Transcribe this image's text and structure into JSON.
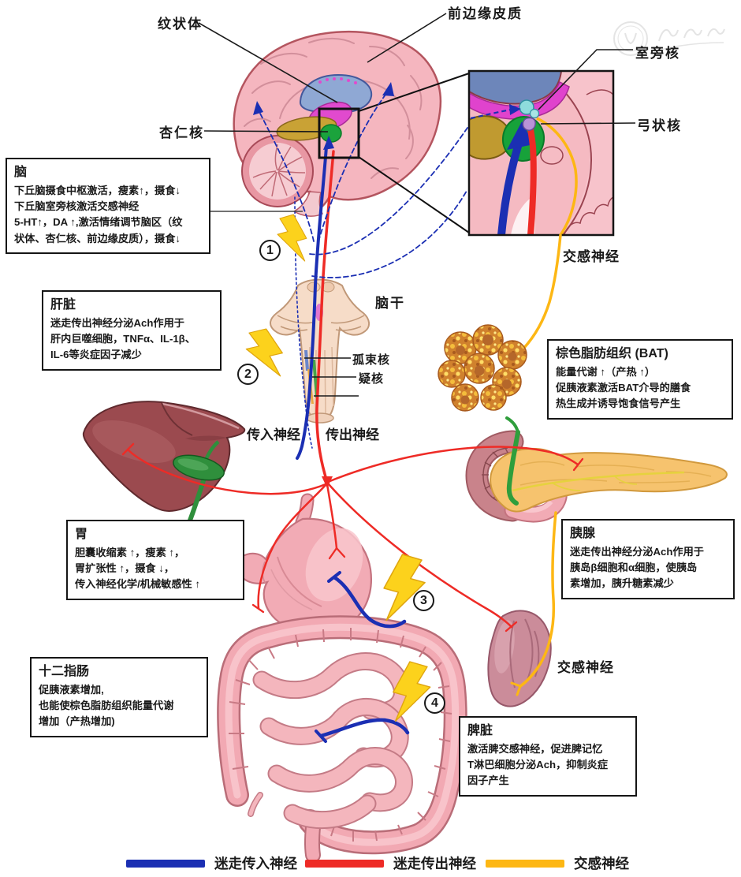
{
  "figure_title": "",
  "labels": {
    "striatum": "纹状体",
    "prelimbic_cortex": "前边缘皮质",
    "amygdala": "杏仁核",
    "paraventricular_nucleus": "室旁核",
    "arcuate_nucleus": "弓状核",
    "sympathetic_nerve_top": "交感神经",
    "brainstem": "脑干",
    "nucleus_tractus_solitarius": "孤束核",
    "nucleus_ambiguus": "疑核",
    "afferent_nerve": "传入神经",
    "efferent_nerve": "传出神经",
    "sympathetic_nerve_spleen": "交感神经"
  },
  "steps": [
    "1",
    "2",
    "3",
    "4"
  ],
  "boxes": {
    "brain": {
      "title": "脑",
      "lines": [
        "下丘脑摄食中枢激活，瘦素↑，摄食↓",
        "下丘脑室旁核激活交感神经",
        "5-HT↑，DA ↑,激活情绪调节脑区（纹",
        "状体、杏仁核、前边缘皮质），摄食↓"
      ]
    },
    "liver": {
      "title": "肝脏",
      "lines": [
        "迷走传出神经分泌Ach作用于",
        "肝内巨噬细胞，TNFα、IL-1β、",
        "IL-6等炎症因子减少"
      ]
    },
    "bat": {
      "title": "棕色脂肪组织 (BAT)",
      "lines": [
        "能量代谢 ↑（产热 ↑）",
        "促胰液素激活BAT介导的膳食",
        "热生成并诱导饱食信号产生"
      ]
    },
    "stomach": {
      "title": "胃",
      "lines": [
        "胆囊收缩素 ↑，瘦素 ↑，",
        "胃扩张性 ↑，摄食 ↓，",
        "传入神经化学/机械敏感性 ↑"
      ]
    },
    "pancreas": {
      "title": "胰腺",
      "lines": [
        "迷走传出神经分泌Ach作用于",
        "胰岛β细胞和α细胞，使胰岛",
        "素增加，胰升糖素减少"
      ]
    },
    "duodenum": {
      "title": "十二指肠",
      "lines": [
        "促胰液素增加,",
        "也能使棕色脂肪组织能量代谢",
        "增加（产热增加)"
      ]
    },
    "spleen": {
      "title": "脾脏",
      "lines": [
        "激活脾交感神经，促进脾记忆",
        "T淋巴细胞分泌Ach，抑制炎症",
        "因子产生"
      ]
    }
  },
  "legend": {
    "items": [
      {
        "label": "迷走传入神经",
        "color": "#1b2fb3"
      },
      {
        "label": "迷走传出神经",
        "color": "#ee2b26"
      },
      {
        "label": "交感神经",
        "color": "#fdb714"
      }
    ]
  },
  "colors": {
    "vagal_afferent": "#1b2fb3",
    "vagal_efferent": "#ee2b26",
    "sympathetic": "#fdb714",
    "lightning": "#fcd21c"
  }
}
